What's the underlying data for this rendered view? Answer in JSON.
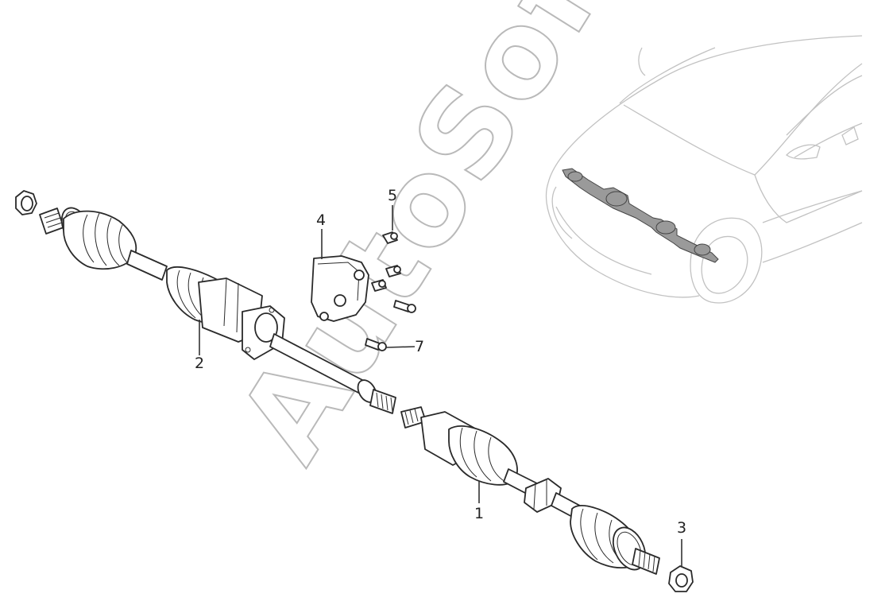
{
  "diagram": {
    "callouts": [
      {
        "id": "1",
        "label": "1"
      },
      {
        "id": "2",
        "label": "2"
      },
      {
        "id": "3",
        "label": "3"
      },
      {
        "id": "4",
        "label": "4"
      },
      {
        "id": "5",
        "label": "5"
      },
      {
        "id": "7",
        "label": "7"
      }
    ],
    "watermark": "AutoSoft"
  }
}
